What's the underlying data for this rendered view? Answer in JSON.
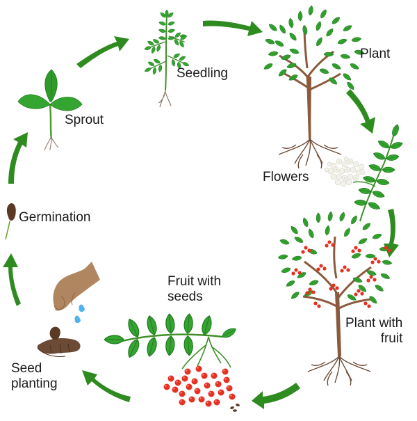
{
  "stages": [
    {
      "id": "seedling",
      "label": "Seedling"
    },
    {
      "id": "plant",
      "label": "Plant"
    },
    {
      "id": "flowers",
      "label": "Flowers"
    },
    {
      "id": "plant_with_fruit",
      "label": "Plant with\nfruit"
    },
    {
      "id": "fruit_with_seeds",
      "label": "Fruit with\nseeds"
    },
    {
      "id": "seed_planting",
      "label": "Seed\nplanting"
    },
    {
      "id": "germination",
      "label": "Germination"
    },
    {
      "id": "sprout",
      "label": "Sprout"
    }
  ],
  "colors": {
    "arrow": "#2e8b1f",
    "leaf": "#35a531",
    "leaf_dark": "#1f7a1c",
    "trunk": "#8b5a3c",
    "root": "#6b4a36",
    "berry": "#e53022",
    "flower": "#f2f2ea",
    "hand": "#b08660",
    "water": "#4fb3f0",
    "seed": "#5a3a24"
  },
  "icons": [
    "seedling-icon",
    "plant-tree-icon",
    "flowers-branch-icon",
    "fruit-tree-icon",
    "berry-branch-icon",
    "planting-hand-icon",
    "germinating-seed-icon",
    "sprout-icon",
    "cycle-arrow-icon"
  ]
}
